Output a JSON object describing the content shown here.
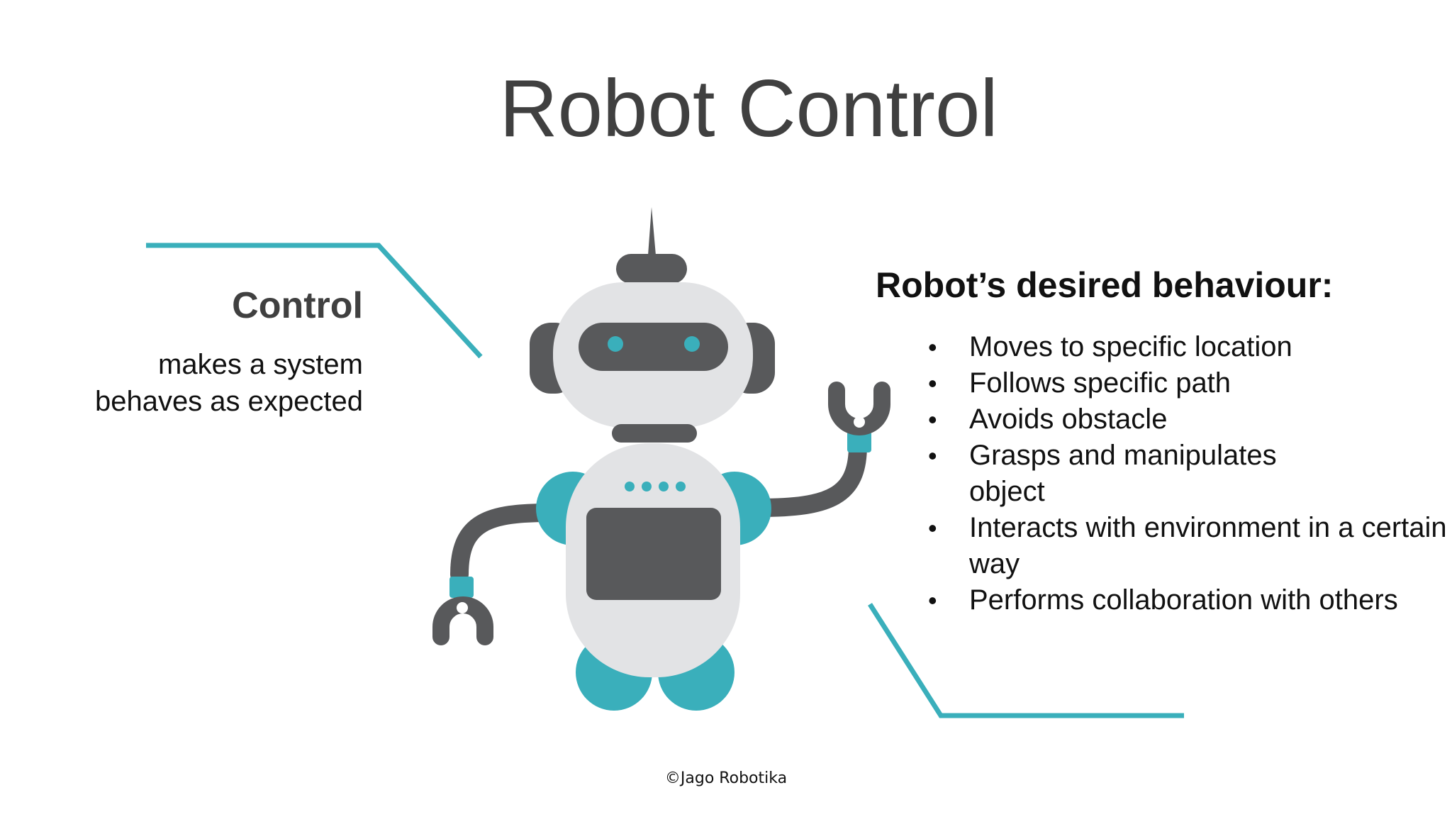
{
  "slide": {
    "title": "Robot Control",
    "left": {
      "heading": "Control",
      "body_line1": "makes a system",
      "body_line2": "behaves as expected"
    },
    "right": {
      "heading": "Robot’s desired behaviour:",
      "bullets": [
        "Moves to specific location",
        "Follows specific path",
        "Avoids obstacle",
        "Grasps and manipulates object",
        "Interacts with environment in a certain way",
        "Performs collaboration with others"
      ]
    },
    "footer": "©Jago Robotika"
  },
  "colors": {
    "accent_teal": "#3aafbb",
    "robot_dark": "#58595b",
    "robot_light": "#e2e3e5",
    "text_dark": "#404040"
  },
  "icons": {
    "illustration": "robot-illustration"
  }
}
